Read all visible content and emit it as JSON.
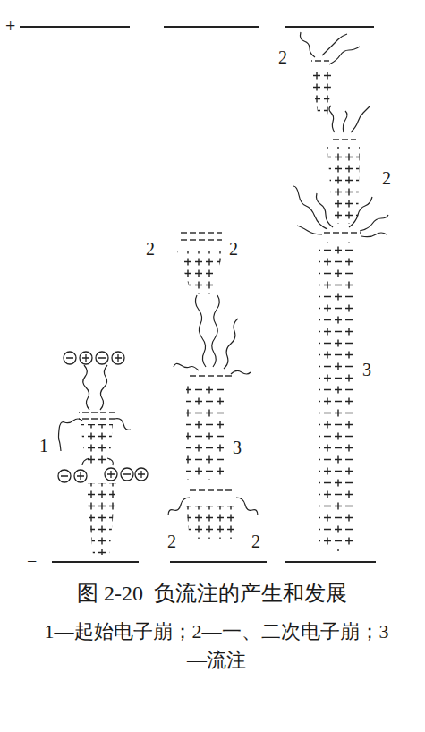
{
  "diagram": {
    "caption": "图 2-20  负流注的产生和发展",
    "labels": [
      "+",
      "2",
      "2",
      "2",
      "2",
      "3",
      "1",
      "3",
      "2",
      "2",
      "−",
      "1—起始电子崩；2—一、二次电子崩；3—流注"
    ]
  }
}
